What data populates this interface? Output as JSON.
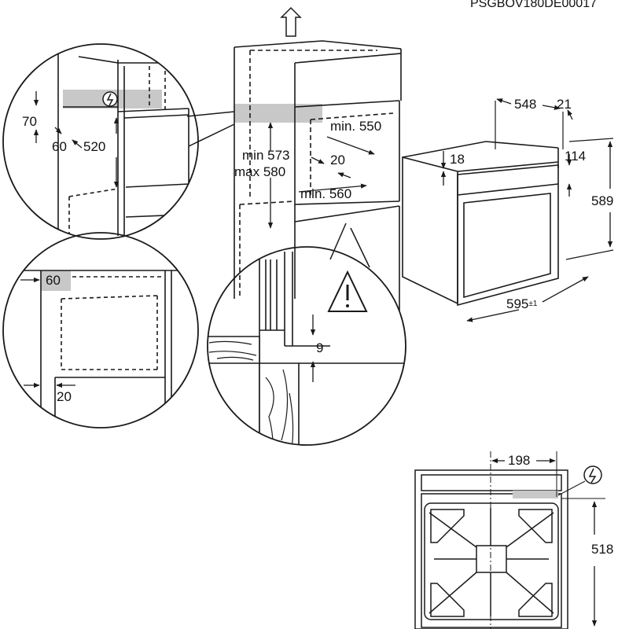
{
  "doc_code": "PSGBOV180DE00017",
  "dimensions": {
    "d70": "70",
    "d60_top": "60",
    "d520": "520",
    "d_min573": "min 573",
    "d_max580": "max 580",
    "d_min550": "min. 550",
    "d20_mid": "20",
    "d_min560": "min. 560",
    "d548": "548",
    "d21": "21",
    "d18": "18",
    "d114": "114",
    "d589": "589",
    "d595": "595",
    "d595_tol": "±1",
    "d60_bottom": "60",
    "d20_bottom": "20",
    "d9": "9",
    "d198": "198",
    "d518": "518"
  },
  "icons": [
    "arrow-up-icon",
    "electric-connection-icon",
    "warning-triangle-icon"
  ],
  "colors": {
    "line": "#1a1a1a",
    "highlight": "#c8c8c8",
    "background": "#ffffff"
  }
}
